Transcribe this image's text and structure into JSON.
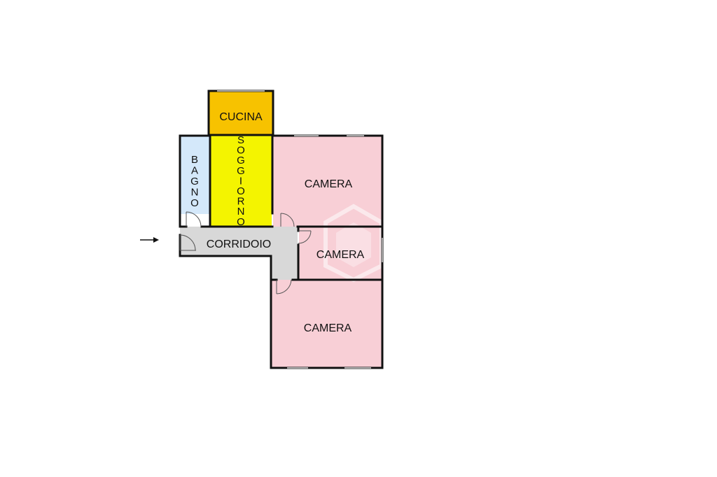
{
  "rooms": {
    "cucina": {
      "label": "CUCINA",
      "color": "#f7c200"
    },
    "soggiorno": {
      "label": "SOGGIORNO",
      "color": "#f4f400"
    },
    "bagno": {
      "label": "BAGNO",
      "color": "#d4e8fa"
    },
    "corridoio": {
      "label": "CORRIDOIO",
      "color": "#d8d8d8"
    },
    "camera_top": {
      "label": "CAMERA",
      "color": "#f8cfd6"
    },
    "camera_mid": {
      "label": "CAMERA",
      "color": "#f8cfd6"
    },
    "camera_bottom": {
      "label": "CAMERA",
      "color": "#f8cfd6"
    }
  },
  "entrance": {
    "icon": "arrow-right-icon"
  },
  "watermark": {
    "icon": "house-watermark-icon"
  },
  "colors": {
    "wall": "#111111",
    "door_arc": "#666666"
  }
}
